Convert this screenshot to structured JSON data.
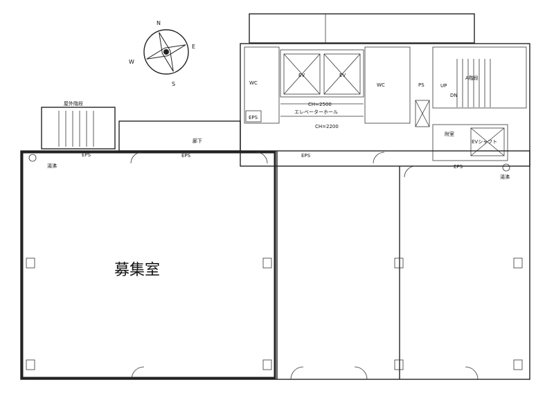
{
  "compass": {
    "n": "N",
    "e": "E",
    "s": "S",
    "w": "W"
  },
  "rooms": {
    "main": "募集室",
    "outdoor_stair": "屋外階段",
    "corridor": "廊下",
    "wc_left": "WC",
    "wc_right": "WC",
    "ev1": "EV",
    "ev2": "EV",
    "ch_hall": "CH=2500",
    "elevator_hall": "エレベーターホール",
    "ch_lower": "CH=2200",
    "ps": "PS",
    "eps_small": "EPS",
    "stair_a": "A階段",
    "up": "UP",
    "dn": "DN",
    "anteroom": "附室",
    "ev_shaft": "EVシャフト",
    "eps_1": "EPS",
    "eps_2": "EPS",
    "eps_3": "EPS",
    "eps_4": "EPS",
    "kitchenette_left": "湯沸",
    "kitchenette_right": "湯沸"
  },
  "colors": {
    "line": "#222222",
    "background": "#ffffff"
  }
}
